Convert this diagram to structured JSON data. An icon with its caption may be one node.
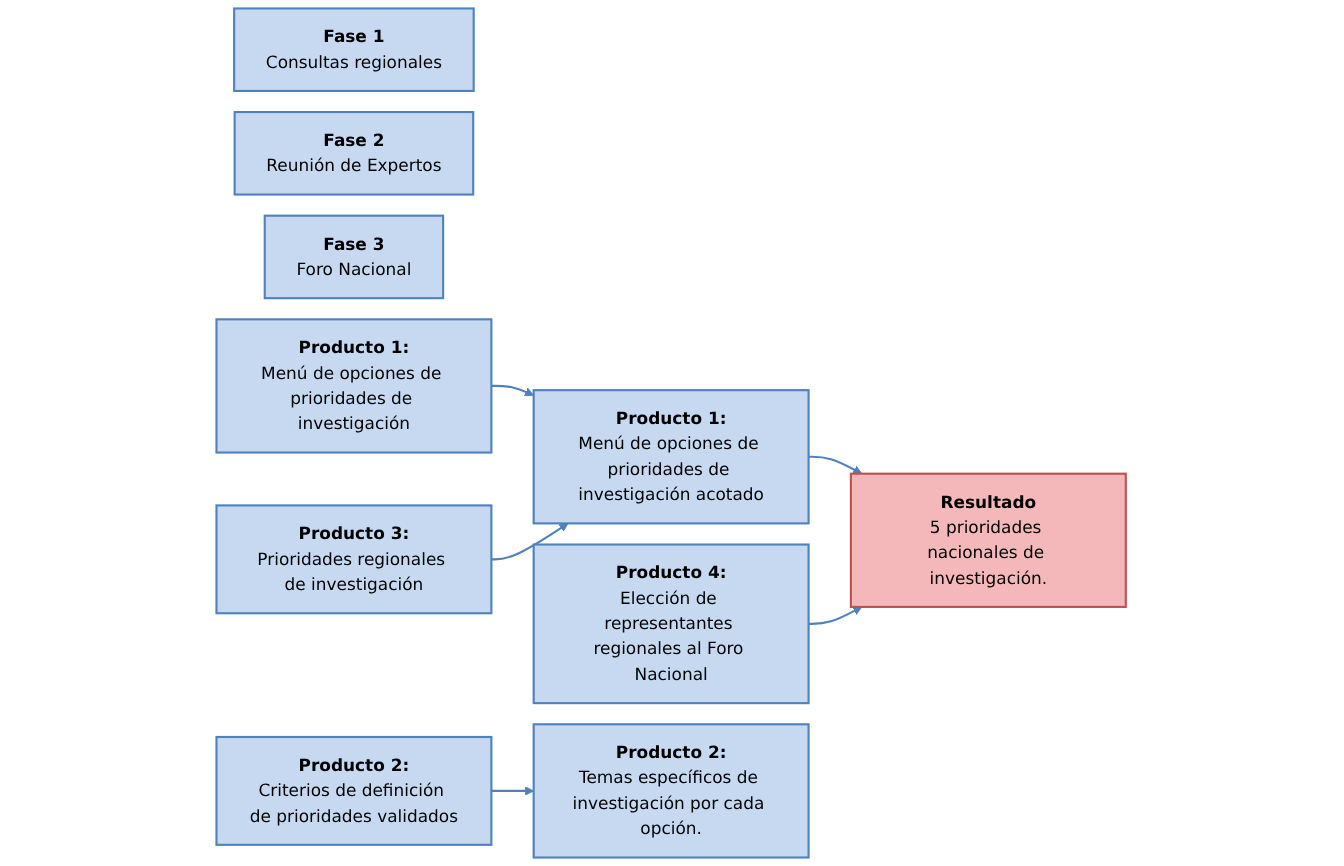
{
  "diagram": {
    "nodes": [
      {
        "text": [
          "Fase 1",
          "Consultas regionales"
        ]
      },
      {
        "text": [
          "Fase 2",
          "Reunión de Expertos"
        ]
      },
      {
        "text": [
          "Fase 3",
          "Foro Nacional"
        ]
      },
      {
        "text": [
          "Producto 1:",
          "Menú de opciones de prioridades de investigación"
        ]
      },
      {
        "text": [
          "Producto 2:",
          "Criterios de definición de prioridades validados"
        ]
      },
      {
        "text": [
          "Producto 3:",
          "Prioridades regionales de investigación"
        ]
      },
      {
        "text": [
          "Producto 4:",
          "Elección de representantes regionales al Foro Nacional"
        ]
      },
      {
        "text": [
          "Producto 1:",
          "Menú de opciones de prioridades de investigación acotado"
        ]
      },
      {
        "text": [
          "Producto 2:",
          "Temas específicos de investigación por cada opción."
        ]
      },
      {
        "text": [
          "Resultado",
          "5 prioridades nacionales de investigación."
        ]
      }
    ],
    "edges": [
      {
        "from": 3,
        "to": 7,
        "arrow": "to"
      },
      {
        "from": 5,
        "to": 7,
        "arrow": "to"
      },
      {
        "from": 4,
        "to": 8,
        "arrow": "to"
      },
      {
        "from": 7,
        "to": 9,
        "arrow": "to"
      },
      {
        "from": 6,
        "to": 9,
        "arrow": "to"
      }
    ]
  }
}
